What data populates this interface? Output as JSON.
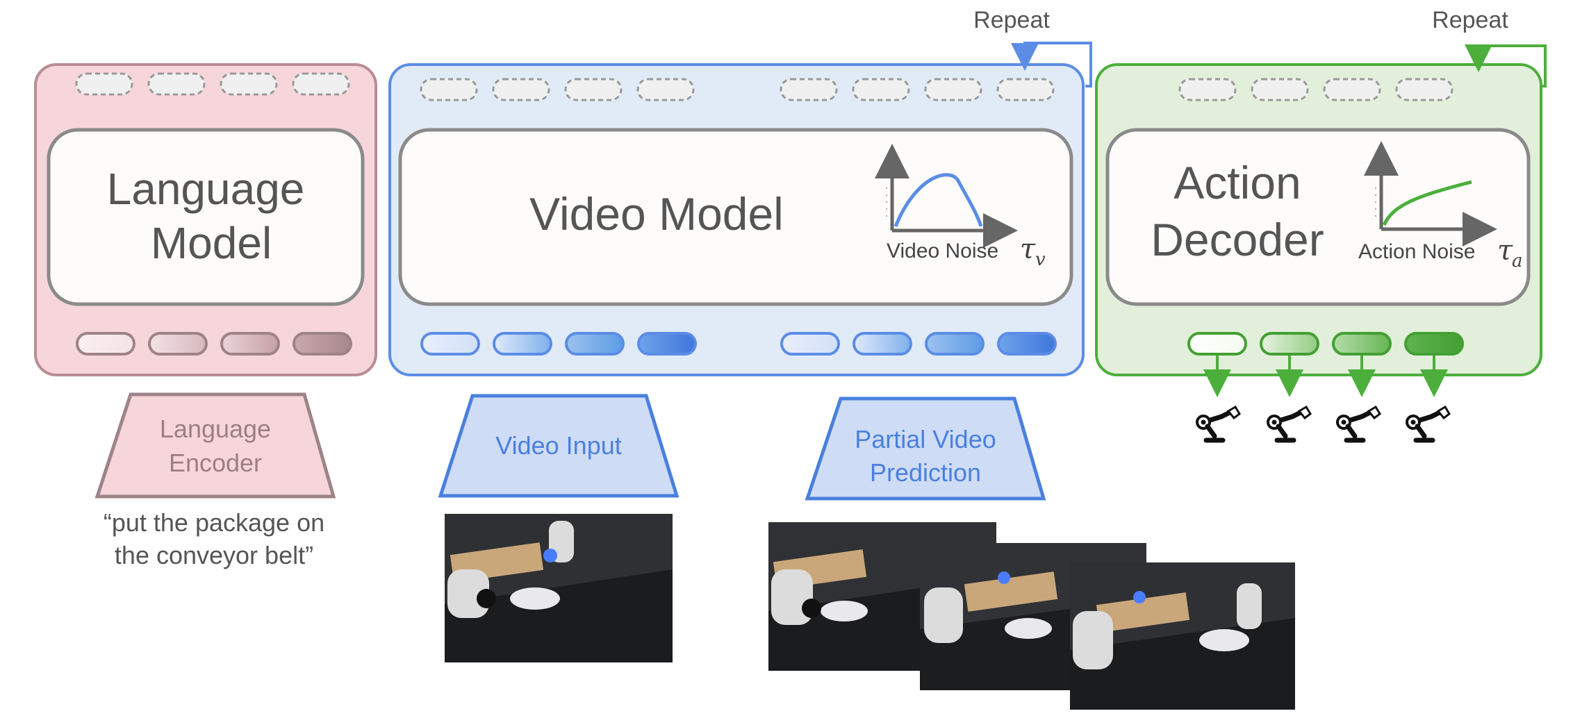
{
  "blocks": {
    "language_model": {
      "line1": "Language",
      "line2": "Model"
    },
    "video_model": {
      "title": "Video Model",
      "noise_label": "Video Noise",
      "tau_symbol": "τ",
      "tau_sub": "v"
    },
    "action_decoder": {
      "line1": "Action",
      "line2": "Decoder",
      "noise_label": "Action Noise",
      "tau_symbol": "τ",
      "tau_sub": "a"
    }
  },
  "repeat_labels": {
    "video": "Repeat",
    "action": "Repeat"
  },
  "encoders": {
    "language": {
      "line1": "Language",
      "line2": "Encoder"
    },
    "video_input": {
      "label": "Video Input"
    },
    "partial_video": {
      "line1": "Partial Video",
      "line2": "Prediction"
    }
  },
  "prompt": {
    "line1": "“put the package on",
    "line2": "the conveyor belt”"
  },
  "colors": {
    "language": "#e4b7bd",
    "language_fill": "#f6d6db",
    "language_text": "#9c7f84",
    "video": "#5b8de6",
    "video_fill": "#e1ebf7",
    "video_text": "#4a80de",
    "action": "#4caf3c",
    "action_fill": "#e2efda",
    "text_gray": "#5a5a5a",
    "inner_stroke": "#888888"
  },
  "icons": [
    "robot-arm-icon",
    "robot-arm-icon",
    "robot-arm-icon",
    "robot-arm-icon"
  ]
}
